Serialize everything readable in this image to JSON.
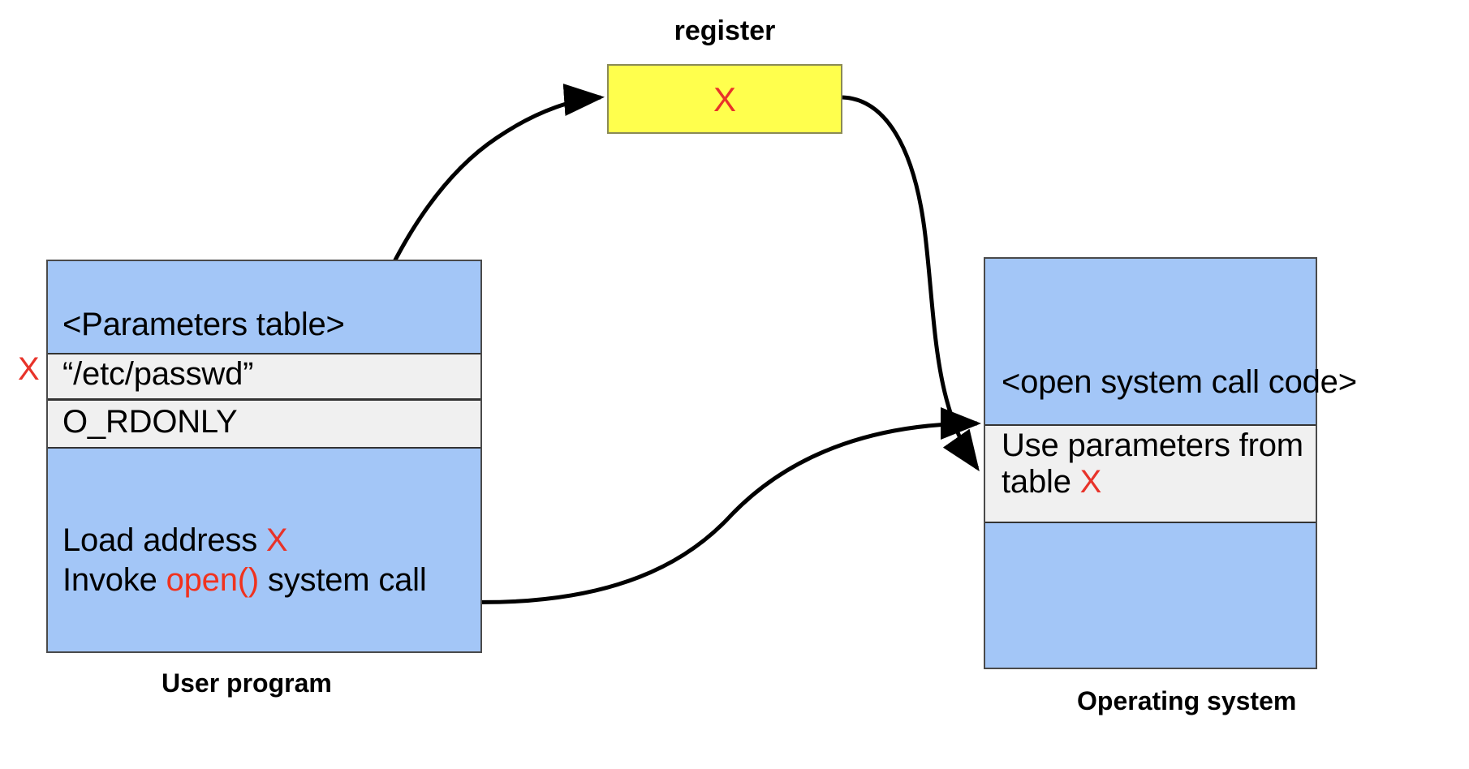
{
  "diagram": {
    "title": "System call parameter passing via table address in register",
    "colors": {
      "box_fill": "#a3c6f7",
      "row_fill": "#f0f0f0",
      "register_fill": "#ffff4d",
      "accent_red": "#e8332a",
      "stroke": "#333333"
    }
  },
  "user_program": {
    "caption": "User program",
    "params_table_title": "<Parameters table>",
    "rows": [
      {
        "value": "“/etc/passwd”"
      },
      {
        "value": "O_RDONLY"
      }
    ],
    "x_marker": "X",
    "code": {
      "load_prefix": "Load address ",
      "load_symbol": "X",
      "invoke_prefix": "Invoke ",
      "invoke_call": "open()",
      "invoke_suffix": " system call"
    }
  },
  "register": {
    "title": "register",
    "value": "X"
  },
  "operating_system": {
    "caption": "Operating system",
    "code_title": "<open system call code>",
    "use_prefix": "Use parameters from table ",
    "use_symbol": "X"
  },
  "arrows": [
    {
      "name": "load-address-to-register",
      "from": "user-program-code",
      "to": "register"
    },
    {
      "name": "register-to-os-parameters",
      "from": "register",
      "to": "os-use-parameters-row"
    },
    {
      "name": "invoke-open-to-os-code",
      "from": "user-program-invoke-line",
      "to": "os-system-call-code"
    }
  ]
}
